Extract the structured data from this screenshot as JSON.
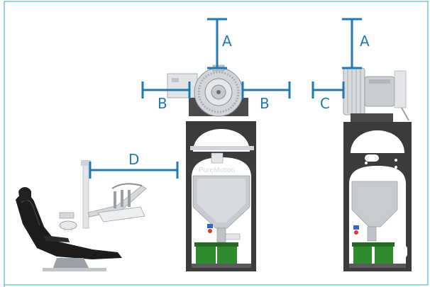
{
  "colors": {
    "frame_border": "#3aa8d8",
    "dimension": "#1e7ab5",
    "cabinet": "#3b3b3b",
    "motor": "#c9ccd0",
    "bucket": "#2e8b2e",
    "chair": "#1c1c1c"
  },
  "dimensions": {
    "a_front": "A",
    "b_left": "B",
    "b_right": "B",
    "a_side": "A",
    "c": "C",
    "d": "D"
  },
  "brand": "PureMotion"
}
